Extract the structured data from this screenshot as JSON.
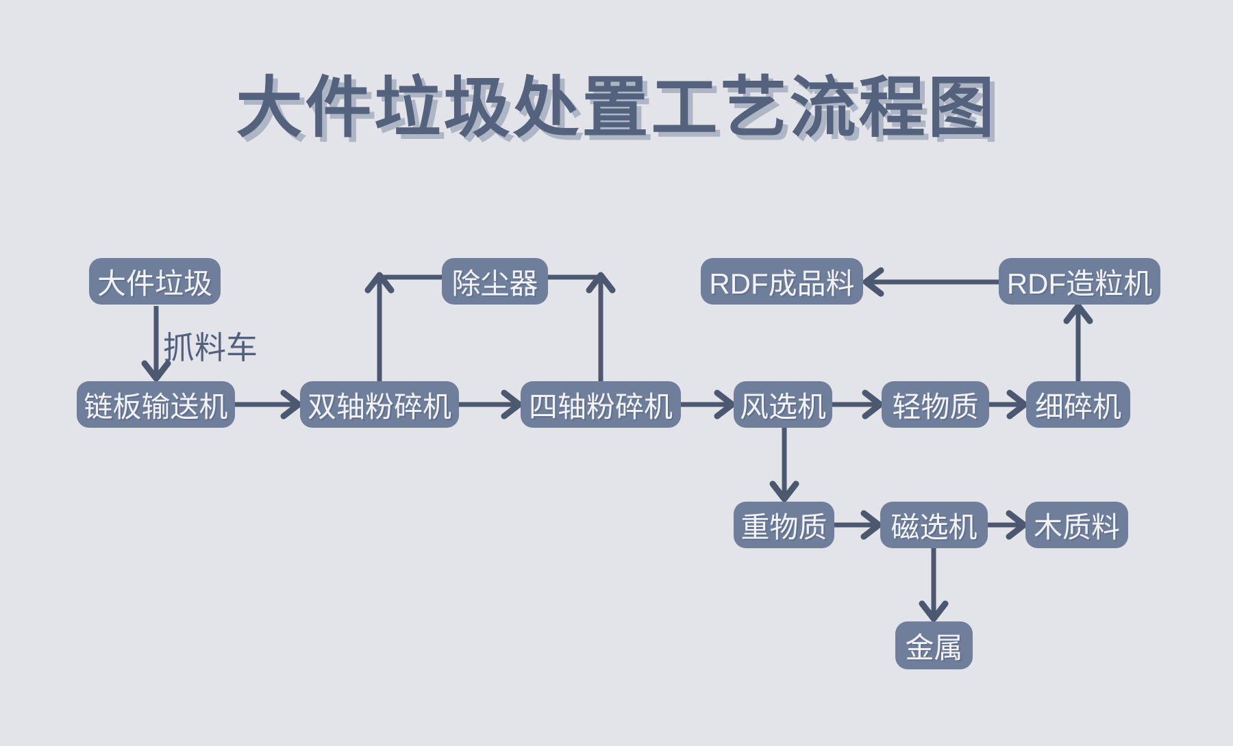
{
  "title": "大件垃圾处置工艺流程图",
  "colors": {
    "background": "#E3E4E9",
    "node_fill": "#6F7E9B",
    "node_text": "#F2F3F6",
    "connector": "#4C5870",
    "title_text": "#54627D",
    "title_shadow": "#AEB5C5"
  },
  "nodes": {
    "bulky_waste": {
      "label": "大件垃圾"
    },
    "dust_collector": {
      "label": "除尘器"
    },
    "rdf_product": {
      "label": "RDF成品料"
    },
    "rdf_granulator": {
      "label": "RDF造粒机"
    },
    "chain_conveyor": {
      "label": "链板输送机"
    },
    "twin_shaft_shredder": {
      "label": "双轴粉碎机"
    },
    "four_shaft_shredder": {
      "label": "四轴粉碎机"
    },
    "air_separator": {
      "label": "风选机"
    },
    "light_material": {
      "label": "轻物质"
    },
    "fine_crusher": {
      "label": "细碎机"
    },
    "heavy_material": {
      "label": "重物质"
    },
    "magnetic_separator": {
      "label": "磁选机"
    },
    "wood_material": {
      "label": "木质料"
    },
    "metal": {
      "label": "金属"
    }
  },
  "edge_labels": {
    "grab_truck": "抓料车"
  },
  "edges": [
    {
      "from": "大件垃圾",
      "to": "链板输送机",
      "label": "抓料车",
      "direction": "down"
    },
    {
      "from": "链板输送机",
      "to": "双轴粉碎机",
      "direction": "right"
    },
    {
      "from": "双轴粉碎机",
      "to": "四轴粉碎机",
      "direction": "right"
    },
    {
      "from": "双轴粉碎机",
      "to": "除尘器",
      "direction": "up"
    },
    {
      "from": "四轴粉碎机",
      "to": "除尘器",
      "direction": "up"
    },
    {
      "from": "四轴粉碎机",
      "to": "风选机",
      "direction": "right"
    },
    {
      "from": "风选机",
      "to": "轻物质",
      "direction": "right"
    },
    {
      "from": "轻物质",
      "to": "细碎机",
      "direction": "right"
    },
    {
      "from": "细碎机",
      "to": "RDF造粒机",
      "direction": "up"
    },
    {
      "from": "RDF造粒机",
      "to": "RDF成品料",
      "direction": "left"
    },
    {
      "from": "风选机",
      "to": "重物质",
      "direction": "down"
    },
    {
      "from": "重物质",
      "to": "磁选机",
      "direction": "right"
    },
    {
      "from": "磁选机",
      "to": "木质料",
      "direction": "right"
    },
    {
      "from": "磁选机",
      "to": "金属",
      "direction": "down"
    }
  ]
}
